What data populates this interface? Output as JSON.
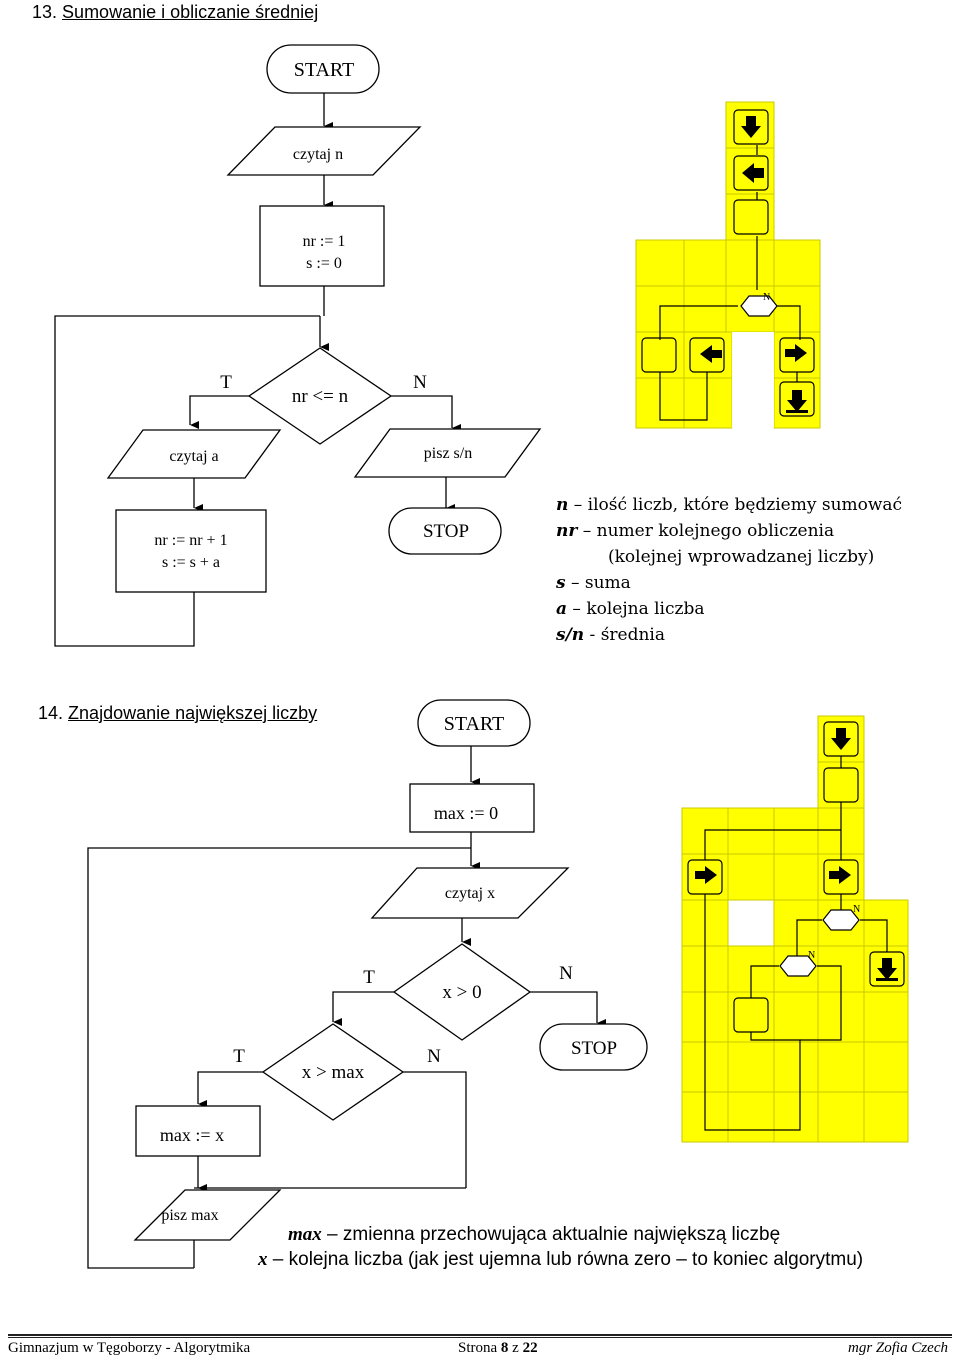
{
  "section13": {
    "number": "13.",
    "title": "Sumowanie i obliczanie średniej",
    "start": "START",
    "read_n": "czytaj n",
    "init_line1": "nr := 1",
    "init_line2": "s := 0",
    "decision": "nr <= n",
    "label_t": "T",
    "label_n": "N",
    "read_a": "czytaj a",
    "write_avg": "pisz s/n",
    "update_line1": "nr := nr + 1",
    "update_line2": "s := s + a",
    "stop": "STOP",
    "legend": [
      {
        "term": "n",
        "desc": " – ilość liczb, które będziemy sumować"
      },
      {
        "term": "nr",
        "desc": " – numer kolejnego obliczenia"
      },
      {
        "term": "",
        "desc": "(kolejnej wprowadzanej liczby)"
      },
      {
        "term": "s",
        "desc": " – suma"
      },
      {
        "term": "a",
        "desc": " – kolejna liczba"
      },
      {
        "term": "s/n",
        "desc": " - średnia"
      }
    ]
  },
  "section14": {
    "number": "14.",
    "title": "Znajdowanie największej liczby",
    "start": "START",
    "init": "max := 0",
    "read_x": "czytaj x",
    "decision_outer": "x > 0",
    "decision_inner": "x > max",
    "label_t": "T",
    "label_n": "N",
    "stop": "STOP",
    "assign": "max := x",
    "write_max": "pisz max",
    "legend": [
      {
        "term": "max",
        "desc": " – zmienna przechowująca aktualnie największą liczbę"
      },
      {
        "term": "x",
        "desc": " – kolejna liczba (jak jest ujemna lub równa zero – to koniec algorytmu)"
      }
    ]
  },
  "puzzle_grid_1": {
    "decision_label": "N"
  },
  "puzzle_grid_2": {
    "decision_label_1": "N",
    "decision_label_2": "N"
  },
  "colors": {
    "puzzle_yellow": "#ffff00",
    "puzzle_border": "#c8c800",
    "ink": "#000000"
  },
  "footer": {
    "school": "Gimnazjum w Tęgoborzy - Algorytmika",
    "page_prefix": "Strona ",
    "page_current": "8",
    "page_sep": " z ",
    "page_total": "22",
    "author": "mgr Zofia Czech"
  }
}
